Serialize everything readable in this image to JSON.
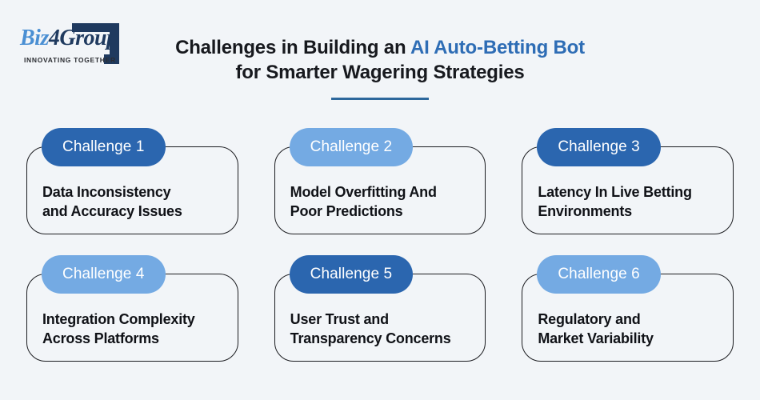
{
  "colors": {
    "bg": "#f2f5f8",
    "navy": "#1f3a5f",
    "logo_blue": "#4a8fd3",
    "title_blue": "#2e6db5",
    "divider": "#2d689c",
    "text_dark": "#17191e",
    "card_border": "#1c1d21",
    "pill_dark": "#2b66af",
    "pill_light": "#74aae3"
  },
  "logo": {
    "brand_part1": "Biz",
    "brand_part2": "4",
    "brand_part3": "Group",
    "tagline": "INNOVATING TOGETHER"
  },
  "title": {
    "line1_prefix": "Challenges in Building an ",
    "line1_highlight": "AI Auto-Betting Bot",
    "line2": "for Smarter Wagering Strategies"
  },
  "cards": [
    {
      "badge": "Challenge 1",
      "tone": "dark",
      "text": "Data Inconsistency\nand Accuracy Issues"
    },
    {
      "badge": "Challenge 2",
      "tone": "light",
      "text": "Model Overfitting And\nPoor Predictions"
    },
    {
      "badge": "Challenge 3",
      "tone": "dark",
      "text": "Latency In Live Betting\nEnvironments"
    },
    {
      "badge": "Challenge 4",
      "tone": "light",
      "text": "Integration Complexity\nAcross Platforms"
    },
    {
      "badge": "Challenge 5",
      "tone": "dark",
      "text": "User Trust and\nTransparency Concerns"
    },
    {
      "badge": "Challenge 6",
      "tone": "light",
      "text": "Regulatory and\nMarket Variability"
    }
  ]
}
